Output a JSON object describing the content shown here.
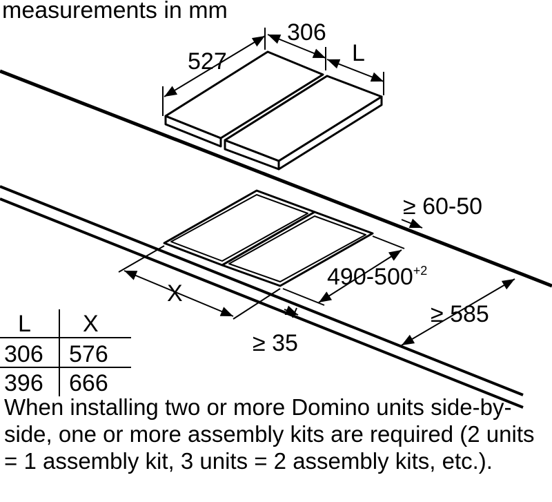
{
  "title": "measurements in mm",
  "dimensions": {
    "depth": "527",
    "width": "306",
    "width_var": "L",
    "rear_gap": "≥ 60-50",
    "cutout_depth": "490-500",
    "cutout_depth_tolerance": "+2",
    "cutout_width": "X",
    "front_gap": "≥ 35",
    "min_side": "≥ 585"
  },
  "table": {
    "headers": [
      "L",
      "X"
    ],
    "rows": [
      [
        "306",
        "576"
      ],
      [
        "396",
        "666"
      ]
    ]
  },
  "note": "When installing two or more Domino units side-by-side, one or more assembly kits are required (2 units = 1 assembly kit, 3 units = 2 assembly kits, etc.)."
}
